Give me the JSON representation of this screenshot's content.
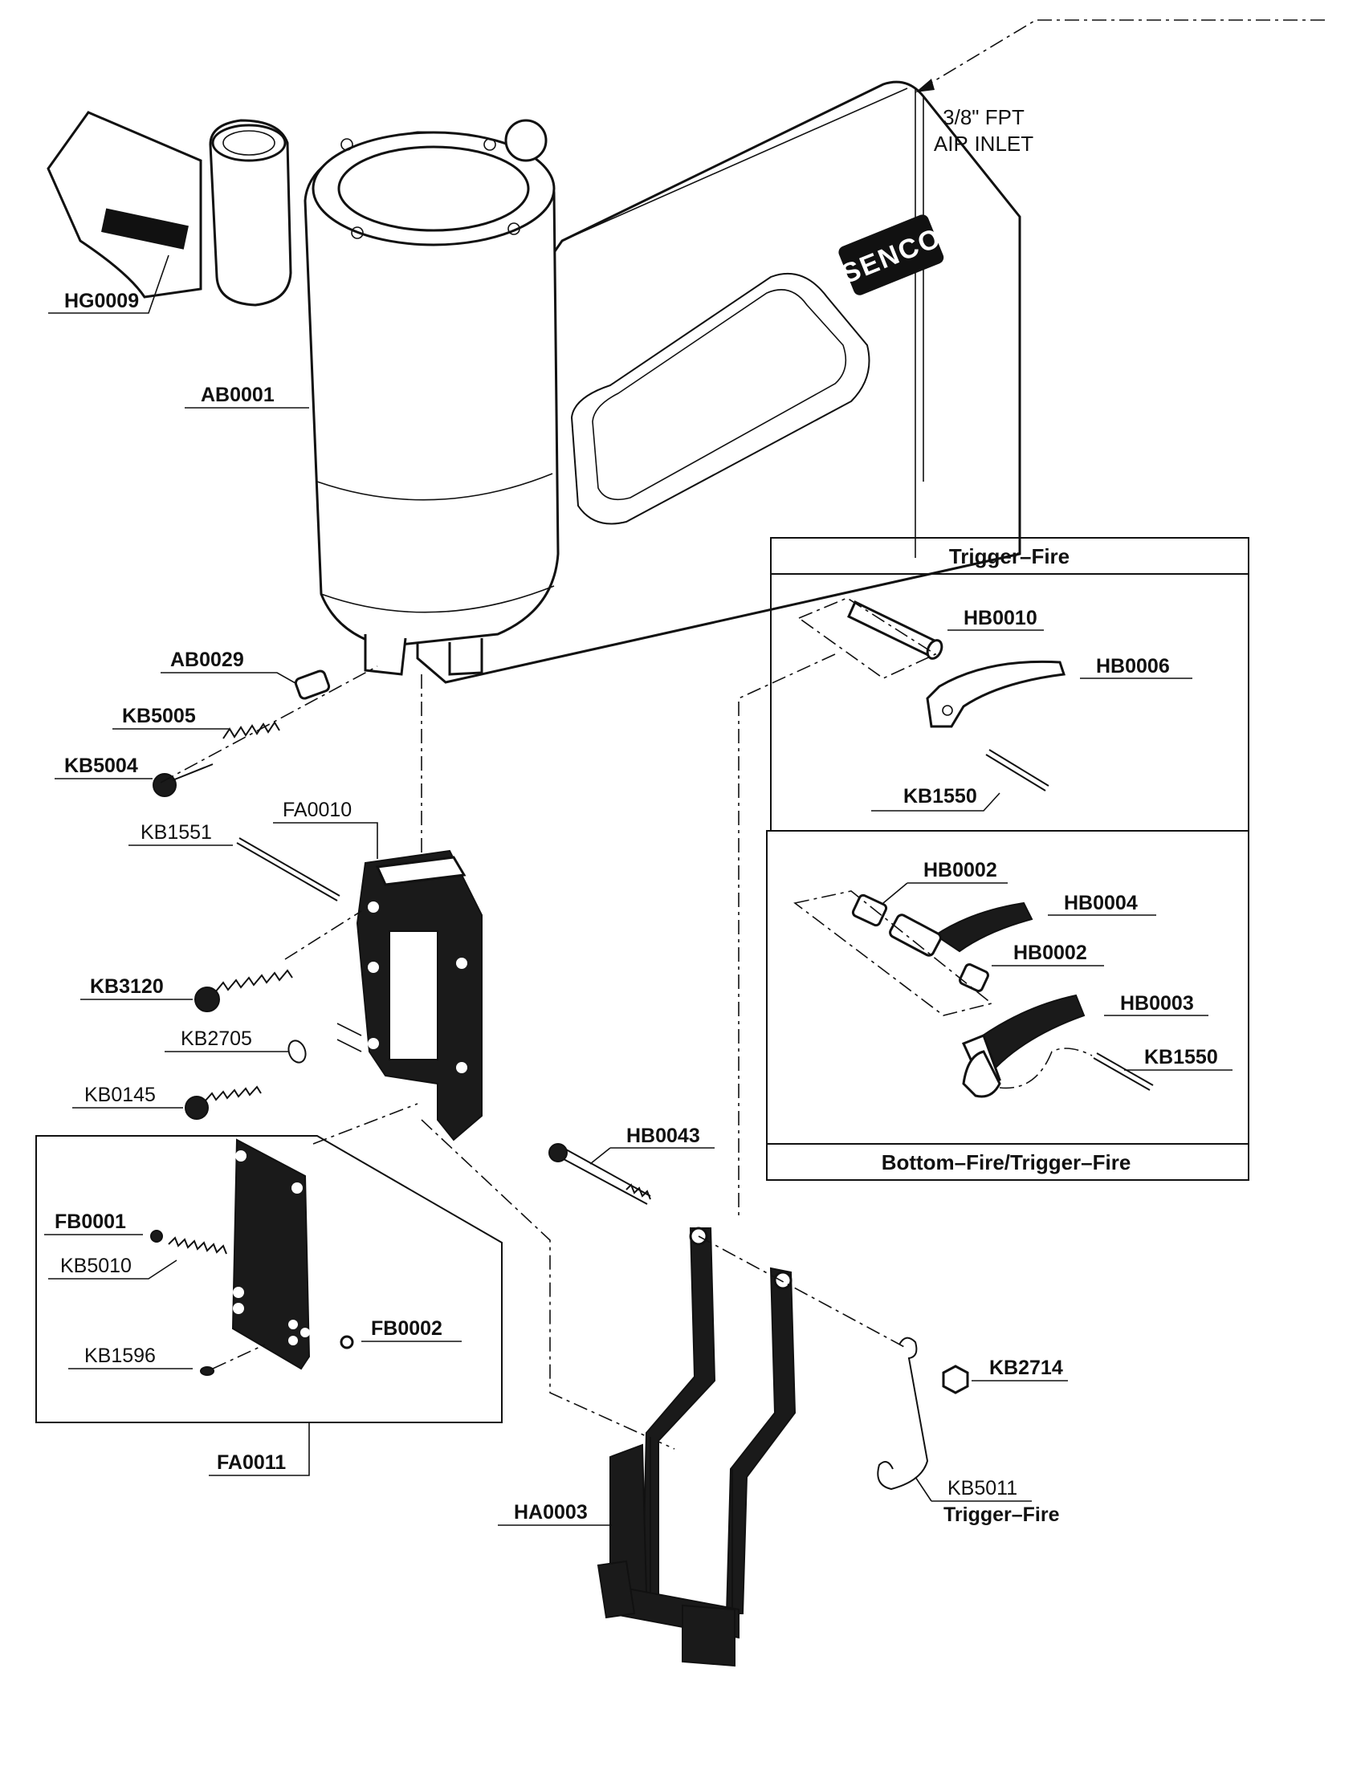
{
  "air_inlet": {
    "line1": "3/8\" FPT",
    "line2": "AIR INLET"
  },
  "brand": {
    "logo_text": "SENCO"
  },
  "trigger_fire_box": {
    "title": "Trigger–Fire"
  },
  "bottom_fire_box": {
    "title": "Bottom–Fire/Trigger–Fire"
  },
  "labels": {
    "HG0009": "HG0009",
    "AB0001": "AB0001",
    "AB0029": "AB0029",
    "KB5005": "KB5005",
    "KB5004": "KB5004",
    "KB1551": "KB1551",
    "FA0010": "FA0010",
    "KB3120": "KB3120",
    "KB2705": "KB2705",
    "KB0145": "KB0145",
    "FB0001": "FB0001",
    "KB5010": "KB5010",
    "KB1596": "KB1596",
    "FB0002": "FB0002",
    "FA0011": "FA0011",
    "HA0003": "HA0003",
    "HB0043": "HB0043",
    "KB2714": "KB2714",
    "KB5011": "KB5011",
    "KB5011_note": "Trigger–Fire",
    "HB0010": "HB0010",
    "HB0006": "HB0006",
    "KB1550_top": "KB1550",
    "HB0002_a": "HB0002",
    "HB0004": "HB0004",
    "HB0002_b": "HB0002",
    "HB0003": "HB0003",
    "KB1550_bottom": "KB1550"
  }
}
